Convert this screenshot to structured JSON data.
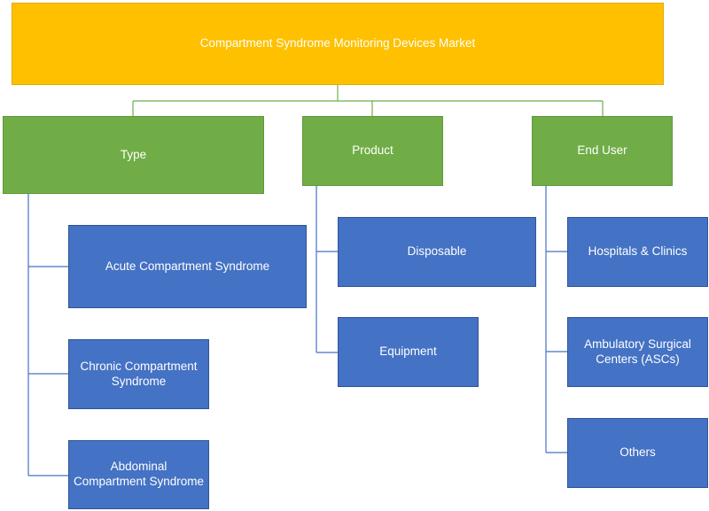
{
  "root": {
    "label": "Compartment Syndrome Monitoring Devices Market"
  },
  "categories": [
    {
      "label": "Type",
      "children": [
        "Acute Compartment Syndrome",
        "Chronic Compartment Syndrome",
        "Abdominal Compartment Syndrome"
      ]
    },
    {
      "label": "Product",
      "children": [
        "Disposable",
        "Equipment"
      ]
    },
    {
      "label": "End User",
      "children": [
        "Hospitals & Clinics",
        "Ambulatory Surgical Centers (ASCs)",
        "Others"
      ]
    }
  ],
  "colors": {
    "root": "#ffc000",
    "category": "#70ad47",
    "leaf": "#4472c4",
    "connector_top": "#70ad47",
    "connector_child": "#4472c4"
  },
  "layout_display": {
    "chronic_lines": [
      "Chronic Compartment",
      "Syndrome"
    ],
    "abdominal_lines": [
      "Abdominal",
      "Compartment Syndrome"
    ],
    "ambulatory_lines": [
      "Ambulatory Surgical",
      "Centers (ASCs)"
    ]
  }
}
